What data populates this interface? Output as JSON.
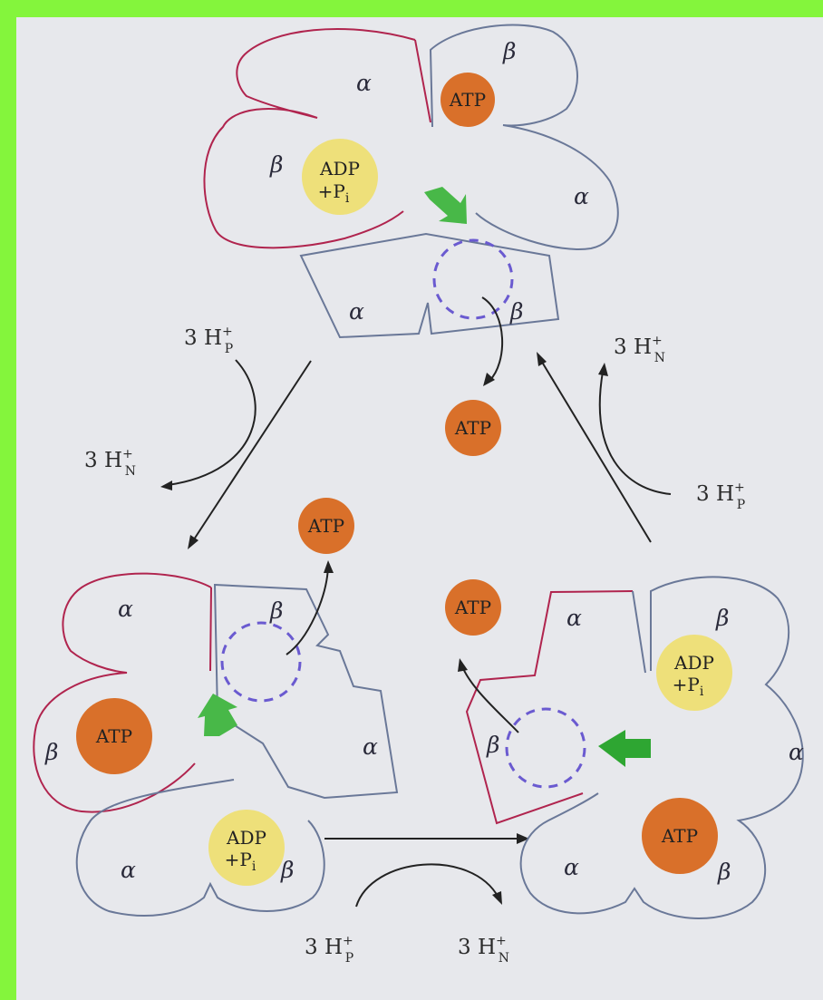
{
  "colors": {
    "background": "#84f53c",
    "page": "#e7e8ec",
    "red_outline": "#b0244e",
    "gray_outline": "#6a7898",
    "atp_fill": "#d9702a",
    "adp_fill": "#eee07a",
    "green_arrow": "#48b848",
    "dashed_circle": "#6a5ad0"
  },
  "labels": {
    "alpha": "α",
    "beta": "β",
    "atp": "ATP",
    "adp": "ADP",
    "pi_prefix": "+P",
    "pi_sub": "i",
    "h_num": "3 H",
    "h_sup": "+",
    "p_sub": "P",
    "n_sub": "N"
  }
}
